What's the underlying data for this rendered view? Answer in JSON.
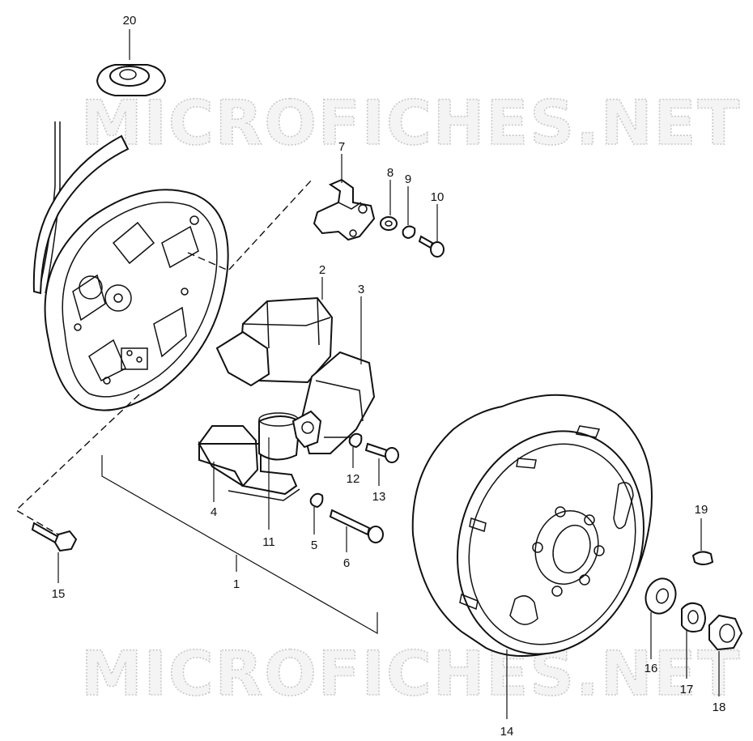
{
  "watermark": {
    "top_text": "MICROFICHES.NET",
    "bottom_text": "MICROFICHES.NET"
  },
  "callouts": [
    {
      "id": "p1",
      "label": "1"
    },
    {
      "id": "p2",
      "label": "2"
    },
    {
      "id": "p3",
      "label": "3"
    },
    {
      "id": "p4",
      "label": "4"
    },
    {
      "id": "p5",
      "label": "5"
    },
    {
      "id": "p6",
      "label": "6"
    },
    {
      "id": "p7",
      "label": "7"
    },
    {
      "id": "p8",
      "label": "8"
    },
    {
      "id": "p9",
      "label": "9"
    },
    {
      "id": "p10",
      "label": "10"
    },
    {
      "id": "p11",
      "label": "11"
    },
    {
      "id": "p12",
      "label": "12"
    },
    {
      "id": "p13",
      "label": "13"
    },
    {
      "id": "p14",
      "label": "14"
    },
    {
      "id": "p15",
      "label": "15"
    },
    {
      "id": "p16",
      "label": "16"
    },
    {
      "id": "p17",
      "label": "17"
    },
    {
      "id": "p18",
      "label": "18"
    },
    {
      "id": "p19",
      "label": "19"
    },
    {
      "id": "p20",
      "label": "20"
    }
  ]
}
